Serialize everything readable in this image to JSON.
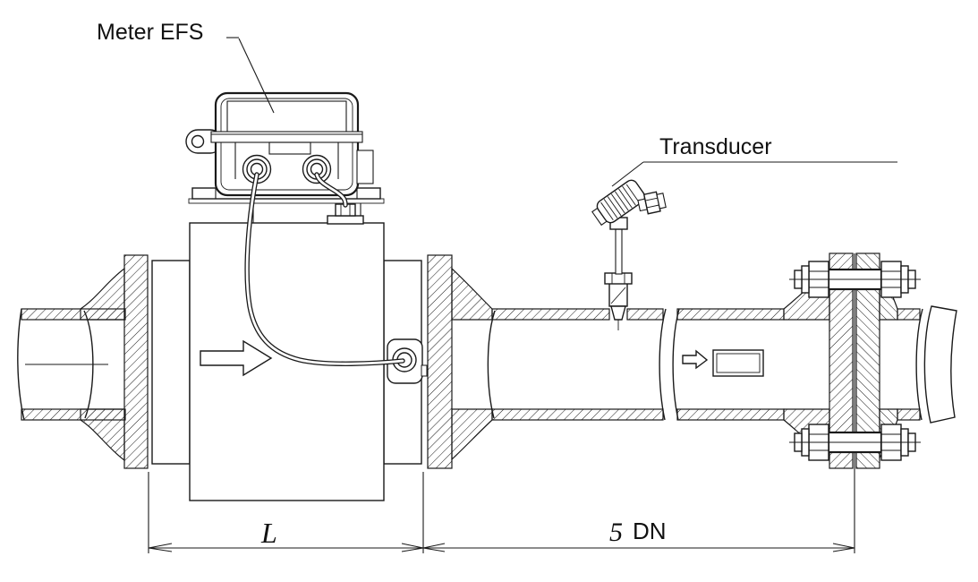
{
  "diagram": {
    "labels": {
      "meter": "Meter EFS",
      "transducer": "Transducer"
    },
    "dimensions": {
      "meter_length": {
        "label": "L"
      },
      "straight_run": {
        "value": "5",
        "unit": "DN"
      }
    },
    "colors": {
      "line": "#1a1a1a",
      "background": "#ffffff"
    }
  }
}
